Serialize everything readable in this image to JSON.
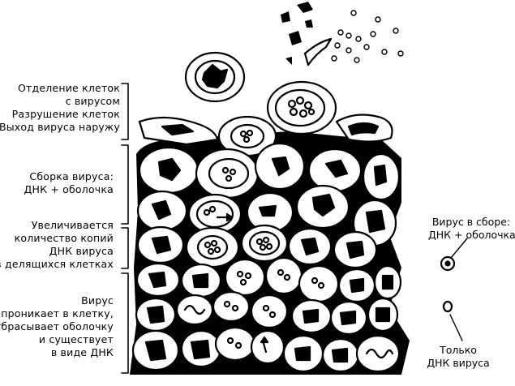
{
  "labels": {
    "group1": [
      "Отделение клеток",
      "с вирусом",
      "Разрушение клеток",
      "Выход вируса наружу"
    ],
    "group2": [
      "Сборка вируса:",
      "ДНК + оболочка"
    ],
    "group3": [
      "Увеличивается",
      "количество копий",
      "ДНК вируса",
      "в делящихся клетках"
    ],
    "group4": [
      "Вирус",
      "проникает в клетку,",
      "отбрасывает оболочку",
      "и существует",
      "в виде ДНК"
    ]
  },
  "legend": {
    "assembled": [
      "Вирус в сборе:",
      "ДНК + оболочка"
    ],
    "dna_only": [
      "Только",
      "ДНК вируса"
    ]
  }
}
